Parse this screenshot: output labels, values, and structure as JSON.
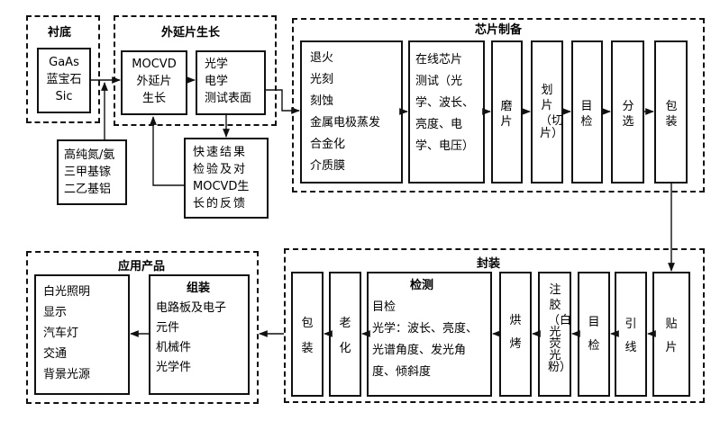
{
  "groups": {
    "substrate": "衬底",
    "epitaxy": "外延片生长",
    "chip": "芯片制备",
    "packaging": "封装",
    "application": "应用产品"
  },
  "substrate_materials": [
    "GaAs",
    "蓝宝石",
    "Sic"
  ],
  "mocvd": [
    "MOCVD",
    "外延片",
    "生长"
  ],
  "surface_test": [
    "光学",
    "电学",
    "测试表面"
  ],
  "gas_sources": [
    "高纯氮/氨",
    "三甲基镓",
    "二乙基铝"
  ],
  "feedback": [
    "快速结果",
    "检验及对",
    "MOCVD生",
    "长的反馈"
  ],
  "chip_steps": [
    "退火",
    "光刻",
    "刻蚀",
    "金属电极蒸发",
    "合金化",
    "介质膜"
  ],
  "online_test": [
    "在线芯片",
    "测试（光",
    "学、波长、",
    "亮度、电",
    "学、电压）"
  ],
  "chip_vertical": {
    "grind": "磨片",
    "dice": "划片",
    "dice_note": "（切片）",
    "inspect": "目检",
    "sort": "分选",
    "pack": "包装"
  },
  "pkg_vertical": {
    "mount": "贴片",
    "wire": "引线",
    "inspect": "目检",
    "encap": "注胶",
    "encap_note": "（白光荧光粉）",
    "bake": "烘烤",
    "age": "老化",
    "pack": "包装"
  },
  "pkg_test": {
    "title": "检测",
    "line1": "目检",
    "line2": "光学：波长、亮度、",
    "line3": "光谱角度、发光角",
    "line4": "度、倾斜度"
  },
  "assembly": {
    "title": "组装",
    "line1": "电路板及电子",
    "line2": "元件",
    "line3": "机械件",
    "line4": "光学件"
  },
  "applications": [
    "白光照明",
    "显示",
    "汽车灯",
    "交通",
    "背景光源"
  ]
}
